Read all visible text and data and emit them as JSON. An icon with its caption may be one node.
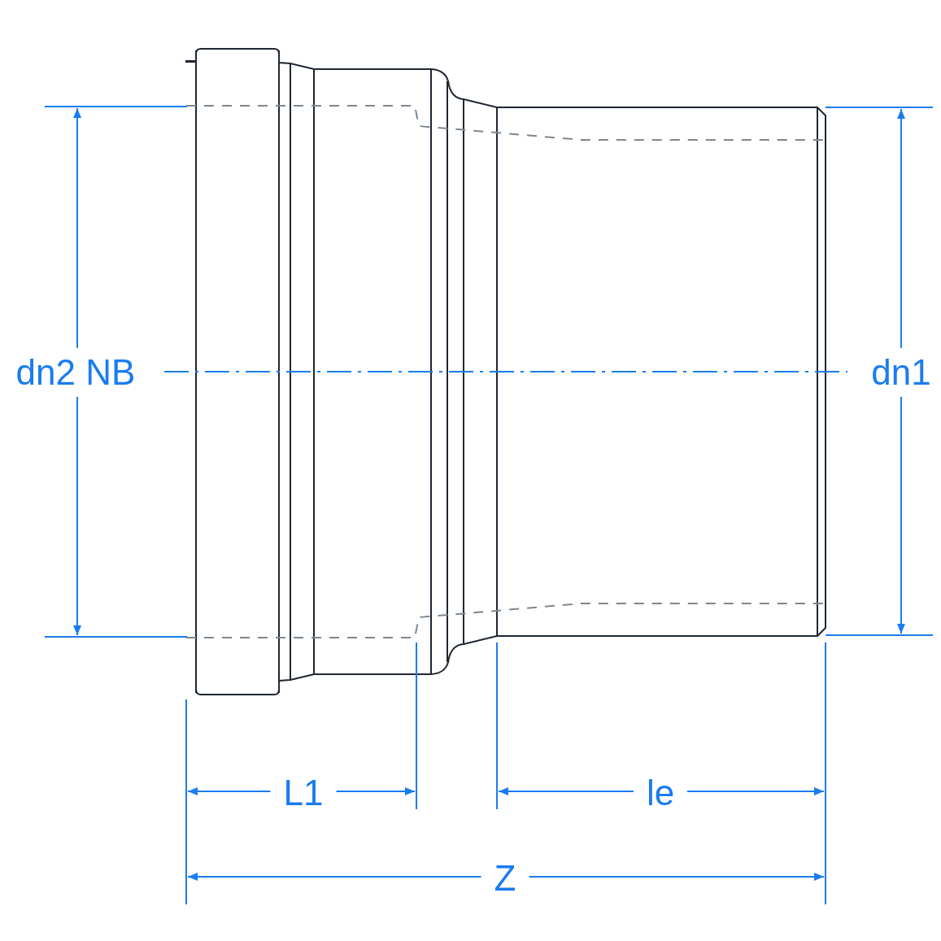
{
  "diagram": {
    "labels": [
      "dn2 NB",
      "dn1",
      "L1",
      "le",
      "Z"
    ]
  }
}
